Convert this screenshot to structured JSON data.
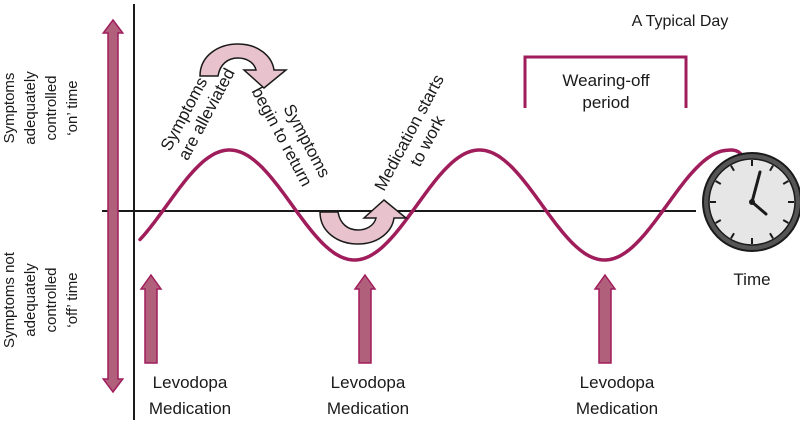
{
  "title": "A Typical Day",
  "axis": {
    "on_label": [
      "Symptoms",
      "adequately",
      "controlled",
      "‘on’ time"
    ],
    "off_label": [
      "Symptoms not",
      "adequately",
      "controlled",
      "‘off’ time"
    ],
    "time_label": "Time"
  },
  "annotations": {
    "alleviated": [
      "Symptoms",
      "are alleviated"
    ],
    "return": [
      "Symptoms",
      "begin to return"
    ],
    "starts": [
      "Medication starts",
      "to work"
    ],
    "wearing_off": [
      "Wearing-off",
      "period"
    ]
  },
  "doses": [
    {
      "line1": "Levodopa",
      "line2": "Medication"
    },
    {
      "line1": "Levodopa",
      "line2": "Medication"
    },
    {
      "line1": "Levodopa",
      "line2": "Medication"
    }
  ],
  "colors": {
    "accent": "#a01d5c",
    "accent_fill": "#b1607c",
    "rotate_fill": "#e8c3cd",
    "clock_fill": "#e6e6e6",
    "line": "#1a1a1a"
  },
  "icons": {
    "clock": "clock-icon",
    "rotate": "curved-arrow-icon"
  }
}
